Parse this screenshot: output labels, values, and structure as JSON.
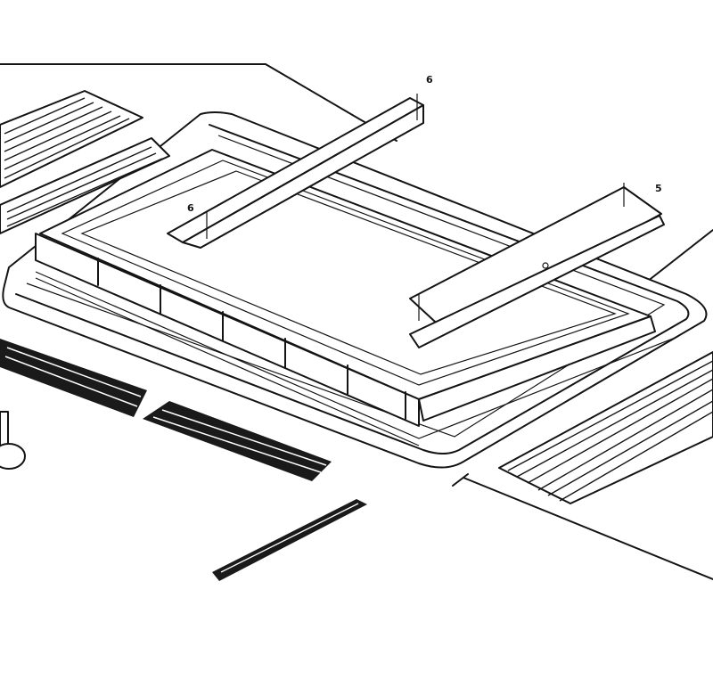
{
  "diagram": {
    "callouts": [
      {
        "id": "callout-6-top",
        "label": "6"
      },
      {
        "id": "callout-6-left",
        "label": "6"
      },
      {
        "id": "callout-5",
        "label": "5"
      }
    ]
  },
  "colors": {
    "line": "#141414",
    "background": "#ffffff"
  }
}
